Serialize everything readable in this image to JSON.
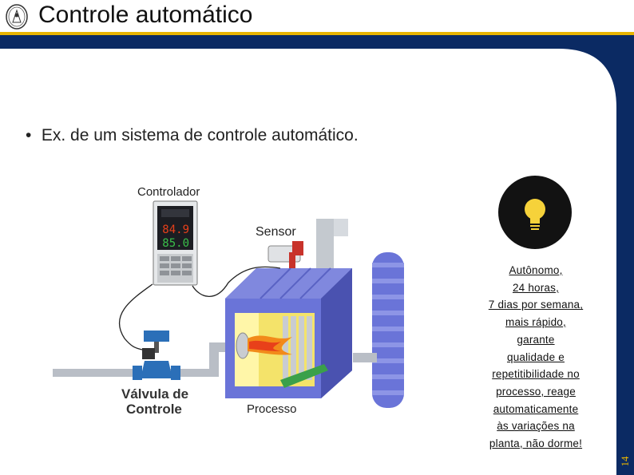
{
  "slide": {
    "title": "Controle automático",
    "page_number": "14",
    "bullet": "Ex. de um sistema de controle automático."
  },
  "diagram": {
    "labels": {
      "controller": "Controlador",
      "sensor": "Sensor",
      "valve_line1": "Válvula de",
      "valve_line2": "Controle",
      "process": "Processo"
    },
    "display": {
      "pv": "84.9",
      "sp": "85.0"
    }
  },
  "note": {
    "lines": [
      "Autônomo,",
      "24 horas,",
      "7 dias por semana,",
      "mais rápido,",
      "garante",
      "qualidade e",
      "repetitibilidade no",
      "processo, reage",
      "automaticamente",
      "às variações na",
      "planta, não dorme!"
    ]
  },
  "colors": {
    "navy": "#0b2a63",
    "gold": "#e8b400",
    "process_blue": "#6a74d8"
  },
  "icons": [
    "university-seal-icon",
    "lightbulb-icon"
  ]
}
